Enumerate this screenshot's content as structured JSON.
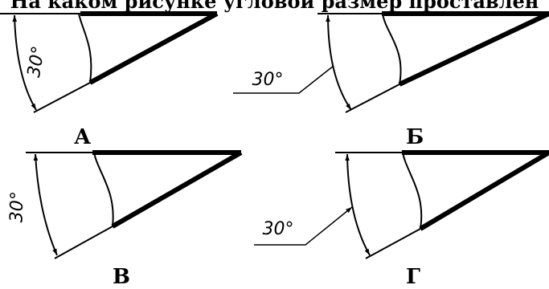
{
  "question": "На каком рисунке угловой размер проставлен",
  "angle_text": "30°",
  "options": [
    {
      "letter": "А"
    },
    {
      "letter": "Б"
    },
    {
      "letter": "В"
    },
    {
      "letter": "Г"
    }
  ]
}
